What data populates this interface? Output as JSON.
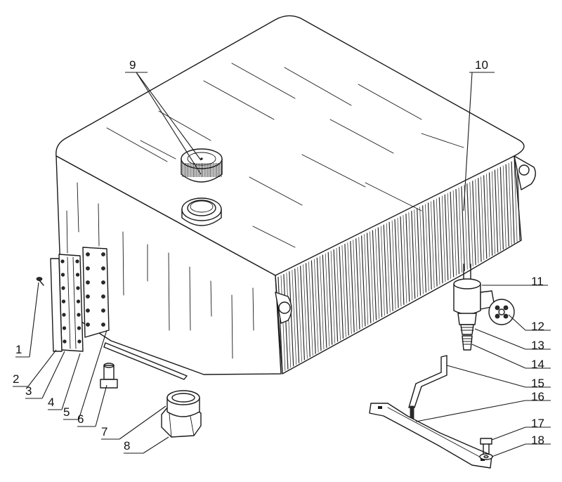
{
  "callouts": [
    {
      "id": "1",
      "label": "1"
    },
    {
      "id": "2",
      "label": "2"
    },
    {
      "id": "3",
      "label": "3"
    },
    {
      "id": "4",
      "label": "4"
    },
    {
      "id": "5",
      "label": "5"
    },
    {
      "id": "6",
      "label": "6"
    },
    {
      "id": "7",
      "label": "7"
    },
    {
      "id": "8",
      "label": "8"
    },
    {
      "id": "9",
      "label": "9"
    },
    {
      "id": "10",
      "label": "10"
    },
    {
      "id": "11",
      "label": "11"
    },
    {
      "id": "12",
      "label": "12"
    },
    {
      "id": "13",
      "label": "13"
    },
    {
      "id": "14",
      "label": "14"
    },
    {
      "id": "15",
      "label": "15"
    },
    {
      "id": "16",
      "label": "16"
    },
    {
      "id": "17",
      "label": "17"
    },
    {
      "id": "18",
      "label": "18"
    }
  ],
  "colors": {
    "ink": "#1a1a1a",
    "background": "#ffffff"
  }
}
